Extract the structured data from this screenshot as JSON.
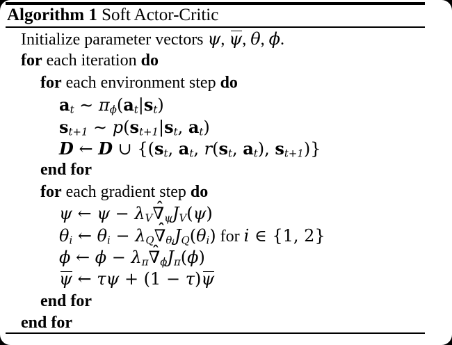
{
  "colors": {
    "page_background": "#000000",
    "sheet_background": "#ffffff",
    "text": "#000000",
    "rule": "#000000"
  },
  "header": {
    "label": "Algorithm 1",
    "title": " Soft Actor-Critic"
  },
  "lines": [
    {
      "indent": 1,
      "tokens": [
        {
          "t": "Initialize parameter vectors ",
          "s": "rm"
        },
        {
          "t": "ψ",
          "s": "i"
        },
        {
          "t": ", ",
          "s": "rm"
        },
        {
          "t": "ψ",
          "s": "bar"
        },
        {
          "t": ", ",
          "s": "rm"
        },
        {
          "t": "θ",
          "s": "i"
        },
        {
          "t": ", ",
          "s": "rm"
        },
        {
          "t": "ϕ",
          "s": "i"
        },
        {
          "t": ".",
          "s": "rm"
        }
      ]
    },
    {
      "indent": 1,
      "tokens": [
        {
          "t": "for",
          "s": "kw"
        },
        {
          "t": " each iteration ",
          "s": "rm"
        },
        {
          "t": "do",
          "s": "kw"
        }
      ]
    },
    {
      "indent": 2,
      "tokens": [
        {
          "t": "for",
          "s": "kw"
        },
        {
          "t": " each environment step ",
          "s": "rm"
        },
        {
          "t": "do",
          "s": "kw"
        }
      ]
    },
    {
      "indent": 3,
      "tokens": [
        {
          "t": "a",
          "s": "bf"
        },
        {
          "t": "t",
          "s": "sub"
        },
        {
          "t": " ∼ ",
          "s": "op"
        },
        {
          "t": "π",
          "s": "i"
        },
        {
          "t": "ϕ",
          "s": "sub"
        },
        {
          "t": "(",
          "s": "op"
        },
        {
          "t": "a",
          "s": "bf"
        },
        {
          "t": "t",
          "s": "sub"
        },
        {
          "t": "|",
          "s": "op"
        },
        {
          "t": "s",
          "s": "bf"
        },
        {
          "t": "t",
          "s": "sub"
        },
        {
          "t": ")",
          "s": "op"
        }
      ]
    },
    {
      "indent": 3,
      "tokens": [
        {
          "t": "s",
          "s": "bf"
        },
        {
          "t": "t+1",
          "s": "sub"
        },
        {
          "t": " ∼ ",
          "s": "op"
        },
        {
          "t": "p",
          "s": "i"
        },
        {
          "t": "(",
          "s": "op"
        },
        {
          "t": "s",
          "s": "bf"
        },
        {
          "t": "t+1",
          "s": "sub"
        },
        {
          "t": "|",
          "s": "op"
        },
        {
          "t": "s",
          "s": "bf"
        },
        {
          "t": "t",
          "s": "sub"
        },
        {
          "t": ", ",
          "s": "op"
        },
        {
          "t": "a",
          "s": "bf"
        },
        {
          "t": "t",
          "s": "sub"
        },
        {
          "t": ")",
          "s": "op"
        }
      ]
    },
    {
      "indent": 3,
      "tokens": [
        {
          "t": "D",
          "s": "cal"
        },
        {
          "t": " ← ",
          "s": "op"
        },
        {
          "t": "D",
          "s": "cal"
        },
        {
          "t": " ∪ ",
          "s": "op"
        },
        {
          "t": "{(",
          "s": "op"
        },
        {
          "t": "s",
          "s": "bf"
        },
        {
          "t": "t",
          "s": "sub"
        },
        {
          "t": ", ",
          "s": "op"
        },
        {
          "t": "a",
          "s": "bf"
        },
        {
          "t": "t",
          "s": "sub"
        },
        {
          "t": ", ",
          "s": "op"
        },
        {
          "t": "r",
          "s": "i"
        },
        {
          "t": "(",
          "s": "op"
        },
        {
          "t": "s",
          "s": "bf"
        },
        {
          "t": "t",
          "s": "sub"
        },
        {
          "t": ", ",
          "s": "op"
        },
        {
          "t": "a",
          "s": "bf"
        },
        {
          "t": "t",
          "s": "sub"
        },
        {
          "t": ")",
          "s": "op"
        },
        {
          "t": ", ",
          "s": "op"
        },
        {
          "t": "s",
          "s": "bf"
        },
        {
          "t": "t+1",
          "s": "sub"
        },
        {
          "t": ")}",
          "s": "op"
        }
      ]
    },
    {
      "indent": 2,
      "tokens": [
        {
          "t": "end for",
          "s": "kw"
        }
      ]
    },
    {
      "indent": 2,
      "tokens": [
        {
          "t": "for",
          "s": "kw"
        },
        {
          "t": " each gradient step ",
          "s": "rm"
        },
        {
          "t": "do",
          "s": "kw"
        }
      ]
    },
    {
      "indent": 3,
      "tokens": [
        {
          "t": "ψ",
          "s": "i"
        },
        {
          "t": " ← ",
          "s": "op"
        },
        {
          "t": "ψ",
          "s": "i"
        },
        {
          "t": " − ",
          "s": "op"
        },
        {
          "t": "λ",
          "s": "i"
        },
        {
          "t": "V",
          "s": "sub"
        },
        {
          "t": "ˆ",
          "s": "hat"
        },
        {
          "t": "∇",
          "s": "op"
        },
        {
          "t": "ψ",
          "s": "sub"
        },
        {
          "t": "J",
          "s": "i"
        },
        {
          "t": "V",
          "s": "sub"
        },
        {
          "t": "(",
          "s": "op"
        },
        {
          "t": "ψ",
          "s": "i"
        },
        {
          "t": ")",
          "s": "op"
        }
      ]
    },
    {
      "indent": 3,
      "tokens": [
        {
          "t": "θ",
          "s": "i"
        },
        {
          "t": "i",
          "s": "sub"
        },
        {
          "t": " ← ",
          "s": "op"
        },
        {
          "t": "θ",
          "s": "i"
        },
        {
          "t": "i",
          "s": "sub"
        },
        {
          "t": " − ",
          "s": "op"
        },
        {
          "t": "λ",
          "s": "i"
        },
        {
          "t": "Q",
          "s": "sub"
        },
        {
          "t": "ˆ",
          "s": "hat"
        },
        {
          "t": "∇",
          "s": "op"
        },
        {
          "t": "θ",
          "s": "sub"
        },
        {
          "t": "i",
          "s": "ssub"
        },
        {
          "t": "J",
          "s": "i"
        },
        {
          "t": "Q",
          "s": "sub"
        },
        {
          "t": "(",
          "s": "op"
        },
        {
          "t": "θ",
          "s": "i"
        },
        {
          "t": "i",
          "s": "sub"
        },
        {
          "t": ")",
          "s": "op"
        },
        {
          "t": " for ",
          "s": "rm"
        },
        {
          "t": "i",
          "s": "i"
        },
        {
          "t": " ∈ ",
          "s": "op"
        },
        {
          "t": "{1, 2}",
          "s": "op"
        }
      ]
    },
    {
      "indent": 3,
      "tokens": [
        {
          "t": "ϕ",
          "s": "i"
        },
        {
          "t": " ← ",
          "s": "op"
        },
        {
          "t": "ϕ",
          "s": "i"
        },
        {
          "t": " − ",
          "s": "op"
        },
        {
          "t": "λ",
          "s": "i"
        },
        {
          "t": "π",
          "s": "sub"
        },
        {
          "t": "ˆ",
          "s": "hat"
        },
        {
          "t": "∇",
          "s": "op"
        },
        {
          "t": "ϕ",
          "s": "sub"
        },
        {
          "t": "J",
          "s": "i"
        },
        {
          "t": "π",
          "s": "sub"
        },
        {
          "t": "(",
          "s": "op"
        },
        {
          "t": "ϕ",
          "s": "i"
        },
        {
          "t": ")",
          "s": "op"
        }
      ]
    },
    {
      "indent": 3,
      "tokens": [
        {
          "t": "ψ",
          "s": "bar"
        },
        {
          "t": " ← ",
          "s": "op"
        },
        {
          "t": "τ",
          "s": "i"
        },
        {
          "t": "ψ",
          "s": "i"
        },
        {
          "t": " + (1 − ",
          "s": "op"
        },
        {
          "t": "τ",
          "s": "i"
        },
        {
          "t": ")",
          "s": "op"
        },
        {
          "t": "ψ",
          "s": "bar"
        }
      ]
    },
    {
      "indent": 2,
      "tokens": [
        {
          "t": "end for",
          "s": "kw"
        }
      ]
    },
    {
      "indent": 1,
      "tokens": [
        {
          "t": "end for",
          "s": "kw"
        }
      ]
    }
  ]
}
